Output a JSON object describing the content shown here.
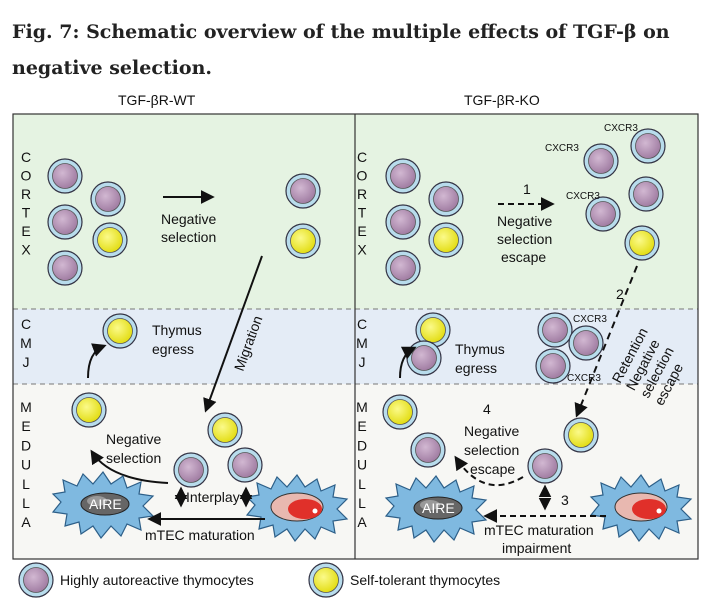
{
  "caption": "Fig. 7: Schematic overview of the multiple effects of TGF-β on negative selection.",
  "panels": {
    "wt": {
      "title": "TGF-βR-WT",
      "negative_selection_1": "Negative",
      "negative_selection_2": "selection",
      "migration": "Migration",
      "thymus_egress_1": "Thymus",
      "thymus_egress_2": "egress",
      "medulla_neg_1": "Negative",
      "medulla_neg_2": "selection",
      "interplay": "Interplay",
      "aire": "AIRE",
      "mtec": "mTEC maturation"
    },
    "ko": {
      "title": "TGF-βR-KO",
      "step1": "1",
      "step2": "2",
      "step3": "3",
      "step4": "4",
      "escape_1": "Negative",
      "escape_2": "selection",
      "escape_3": "escape",
      "cxcr3": "CXCR3",
      "retention_1": "Retention",
      "retention_2": "Negative",
      "retention_3": "selection",
      "retention_4": "escape",
      "thymus_egress_1": "Thymus",
      "thymus_egress_2": "egress",
      "medulla_escape_1": "Negative",
      "medulla_escape_2": "selection",
      "medulla_escape_3": "escape",
      "aire": "AIRE",
      "mtec_1": "mTEC maturation",
      "mtec_2": "impairment"
    }
  },
  "regions": {
    "cortex": [
      "C",
      "O",
      "R",
      "T",
      "E",
      "X"
    ],
    "cmj": [
      "C",
      "M",
      "J"
    ],
    "medulla": [
      "M",
      "E",
      "D",
      "U",
      "L",
      "L",
      "A"
    ]
  },
  "legend": {
    "autoreactive": "Highly autoreactive thymocytes",
    "self_tolerant": "Self-tolerant thymocytes"
  },
  "colors": {
    "cortex_bg": "#e5f3e2",
    "cmj_bg": "#e4ecf6",
    "medulla_bg": "#f7f7f4",
    "autoreactive_cell": "#b898b8",
    "self_tolerant_cell": "#f2ef2a",
    "cell_ring": "#9ec8de",
    "mtec_cell": "#7fb9e0",
    "mtec_nucleus": "#e0302a"
  }
}
